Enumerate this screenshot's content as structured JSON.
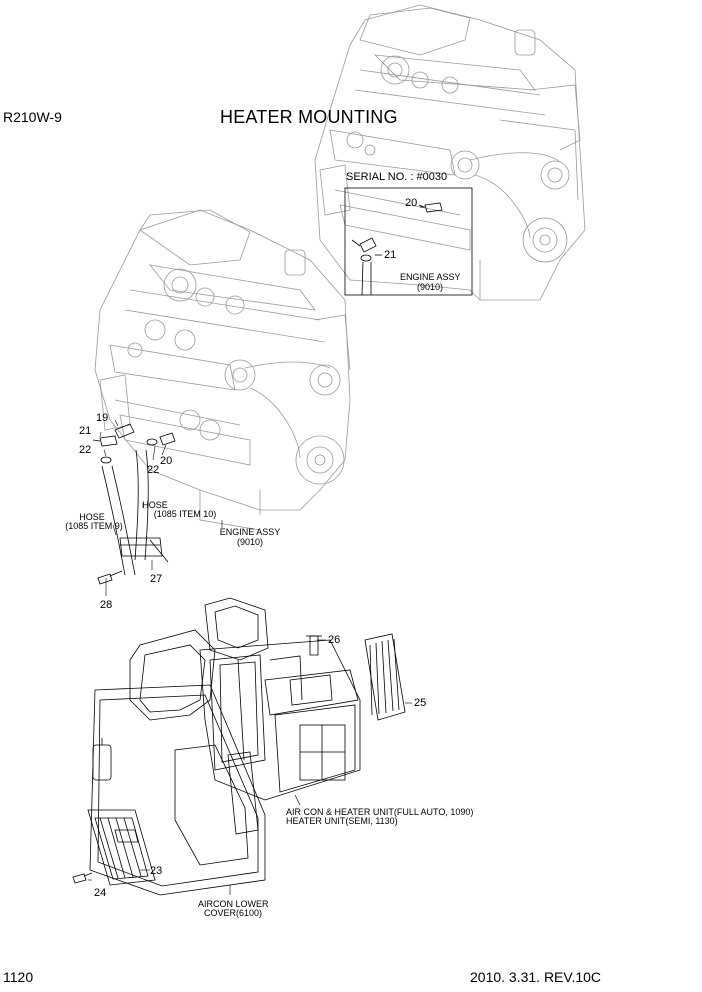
{
  "header": {
    "model": "R210W-9",
    "title": "HEATER MOUNTING"
  },
  "footer": {
    "page_number": "1120",
    "revision": "2010. 3.31. REV.10C"
  },
  "upper_detail": {
    "serial": "SERIAL NO. : #0030",
    "engine_label": "ENGINE ASSY",
    "engine_code": "(9010)"
  },
  "lower_engine": {
    "engine_label": "ENGINE ASSY",
    "engine_code": "(9010)",
    "hose_left": "HOSE",
    "hose_left_ref": "(1085 ITEM 9)",
    "hose_right": "HOSE",
    "hose_right_ref": "(1085 ITEM 10)"
  },
  "heater_unit": {
    "unit_line1": "AIR CON & HEATER UNIT(FULL AUTO, 1090)",
    "unit_line2": "HEATER UNIT(SEMI, 1130)",
    "cover_line1": "AIRCON LOWER",
    "cover_line2": "COVER(6100)"
  },
  "callouts": {
    "c20a": "20",
    "c21a": "21",
    "c19": "19",
    "c21b": "21",
    "c22a": "22",
    "c22b": "22",
    "c20b": "20",
    "c27": "27",
    "c28": "28",
    "c26": "26",
    "c25": "25",
    "c23": "23",
    "c24": "24"
  }
}
